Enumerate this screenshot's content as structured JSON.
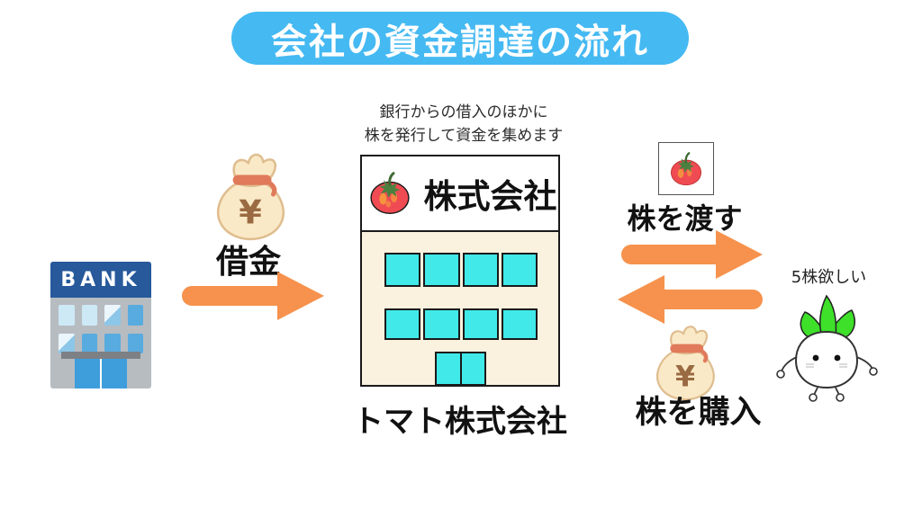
{
  "title": {
    "text": "会社の資金調達の流れ"
  },
  "subtitle": {
    "line1": "銀行からの借入のほかに",
    "line2": "株を発行して資金を集めます"
  },
  "bank": {
    "sign": "BANK"
  },
  "loan": {
    "label": "借金"
  },
  "company": {
    "sign": "株式会社",
    "name": "トマト株式会社"
  },
  "stock_out": {
    "label": "株を渡す"
  },
  "stock_in": {
    "label": "株を購入"
  },
  "investor": {
    "quote": "5株欲しい"
  },
  "icons": {
    "yen": "¥",
    "money_bag": "money-bag-icon",
    "tomato": "tomato-icon",
    "turnip_character": "turnip-character"
  },
  "colors": {
    "title_bg": "#45B9F2",
    "arrow_orange": "#F6924D",
    "window_cyan": "#41E9E9",
    "building_cream": "#FAF1DE",
    "bank_gray": "#B7BCC1",
    "bank_sign_navy": "#27599B",
    "bank_door_blue": "#3E9EDC",
    "bag_cream": "#FAE9C6",
    "bag_tie": "#E07A5A",
    "yen_brown": "#9A6A42",
    "tomato_red": "#F04B52",
    "leaf_green": "#3EE02A"
  }
}
